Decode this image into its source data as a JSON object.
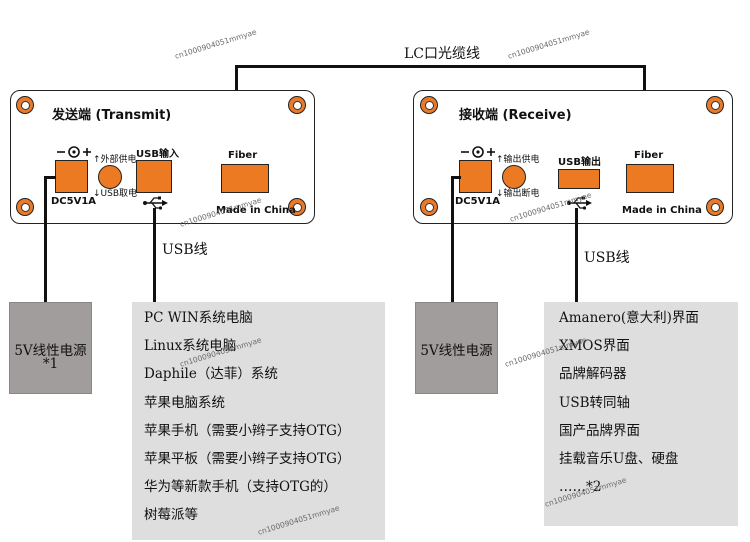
{
  "fiber_cable_label": "LC口光缆线",
  "transmit": {
    "title": "发送端 (Transmit)",
    "external_power_label": "外部供电",
    "usb_power_label": "USB取电",
    "dc_label": "DC5V1A",
    "usb_port_label": "USB输入",
    "fiber_label": "Fiber",
    "made_in": "Made in China"
  },
  "receive": {
    "title": "接收端 (Receive)",
    "output_power_label": "输出供电",
    "output_cut_label": "输出断电",
    "dc_label": "DC5V1A",
    "usb_port_label": "USB输出",
    "fiber_label": "Fiber",
    "made_in": "Made in China"
  },
  "left_usb_cable_label": "USB线",
  "right_usb_cable_label": "USB线",
  "left_power_box": {
    "line1": "5V线性电源",
    "line2": "*1"
  },
  "right_power_box": {
    "line1": "5V线性电源"
  },
  "sources": [
    "PC WIN系统电脑",
    "Linux系统电脑",
    "Daphile（达菲）系统",
    "苹果电脑系统",
    "苹果手机（需要小辫子支持OTG）",
    "苹果平板（需要小辫子支持OTG）",
    "华为等新款手机（支持OTG的）",
    "树莓派等"
  ],
  "destinations": [
    "Amanero(意大利)界面",
    "XMOS界面",
    "品牌解码器",
    "USB转同轴",
    "国产品牌界面",
    "挂载音乐U盘、硬盘",
    "……*2"
  ],
  "watermark": "cn1000904051mmyae",
  "colors": {
    "port_orange": "#ec7a23",
    "power_box_gray": "#a19d9d",
    "list_box_gray": "#dedede"
  },
  "icons": {
    "usb": "usb-trident-icon",
    "dc_polarity": "dc-polarity-icon",
    "arrow_up": "arrow-up-icon",
    "arrow_down": "arrow-down-icon"
  }
}
